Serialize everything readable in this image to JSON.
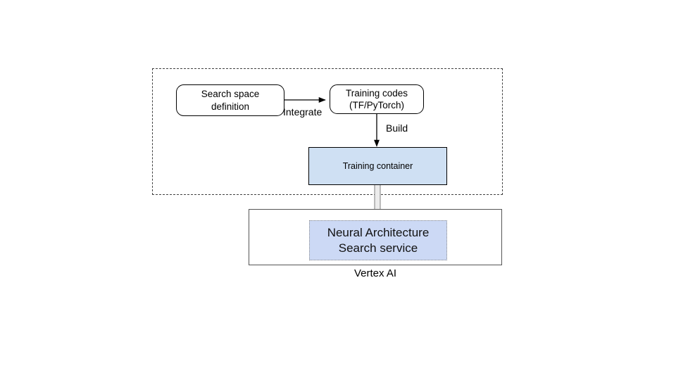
{
  "diagram": {
    "title_caption": "Vertex AI",
    "group_container": {
      "name": "user-side-dashed-group",
      "border_style": "dashed",
      "border_color": "#404040"
    },
    "nodes": [
      {
        "id": "search-space",
        "label": "Search space\ndefinition",
        "shape": "rounded-rectangle",
        "fill": "#ffffff",
        "border": "#000000"
      },
      {
        "id": "training-codes",
        "label": "Training codes\n(TF/PyTorch)",
        "shape": "rounded-rectangle",
        "fill": "#ffffff",
        "border": "#000000"
      },
      {
        "id": "training-container",
        "label": "Training container",
        "shape": "rectangle",
        "fill": "#cfe0f3",
        "border": "#000000"
      },
      {
        "id": "vertex-ai-panel",
        "label": "",
        "shape": "rectangle",
        "fill": "#ffffff",
        "border": "#555555"
      },
      {
        "id": "nas-service",
        "label": "Neural Architecture\nSearch service",
        "shape": "rectangle",
        "fill": "#ccd9f5",
        "border": "#8c8c8c",
        "border_style": "dotted"
      }
    ],
    "edges": [
      {
        "id": "integrate-edge",
        "label": "Integrate",
        "from": "search-space",
        "to": "training-codes",
        "style": "solid-thin-arrow",
        "color": "#000000"
      },
      {
        "id": "build-edge",
        "label": "Build",
        "from": "training-codes",
        "to": "training-container",
        "style": "solid-thin-arrow",
        "color": "#000000"
      },
      {
        "id": "deploy-edge",
        "label": "",
        "from": "training-container",
        "to": "nas-service",
        "style": "hollow-block-arrow",
        "color": "#808080",
        "fill": "#ececec"
      }
    ],
    "colors": {
      "background": "#ffffff",
      "container_blue": "#cfe0f3",
      "service_blue": "#ccd9f5",
      "outline_black": "#000000",
      "outline_gray": "#555555",
      "dashed_gray": "#404040"
    }
  }
}
